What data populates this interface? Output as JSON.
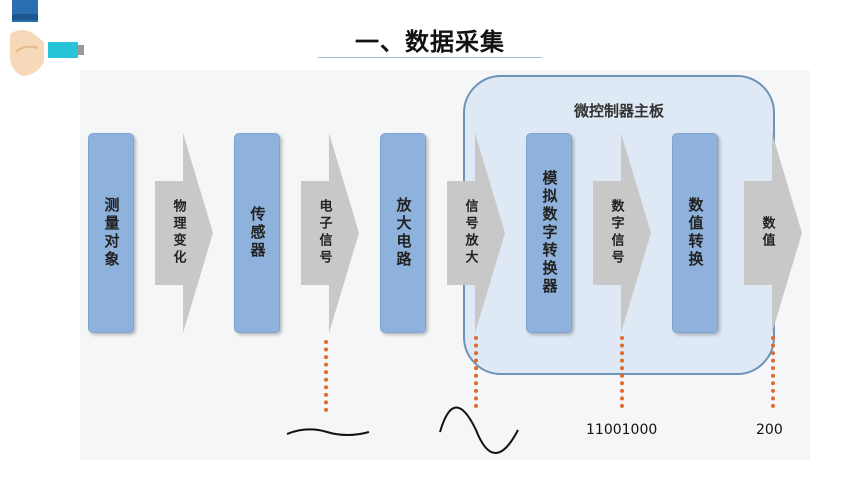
{
  "page": {
    "title": "一、数据采集"
  },
  "diagram": {
    "panel_title": "微控制器主板",
    "blocks": [
      {
        "label": "测量对象"
      },
      {
        "label": "传感器"
      },
      {
        "label": "放大电路"
      },
      {
        "label": "模拟数字转换器"
      },
      {
        "label": "数值转换"
      }
    ],
    "arrows": [
      {
        "label": "物理变化"
      },
      {
        "label": "电子信号"
      },
      {
        "label": "信号放大"
      },
      {
        "label": "数字信号"
      },
      {
        "label": "数值"
      }
    ],
    "outputs": [
      {
        "value": "11001000"
      },
      {
        "value": "200"
      }
    ],
    "colors": {
      "block_fill": "#8fb2dc",
      "arrow_fill": "#c8c8c8",
      "panel_fill": "#dfe9f5",
      "panel_border": "#6d94b6",
      "dotted_line": "#e06a2a"
    }
  }
}
